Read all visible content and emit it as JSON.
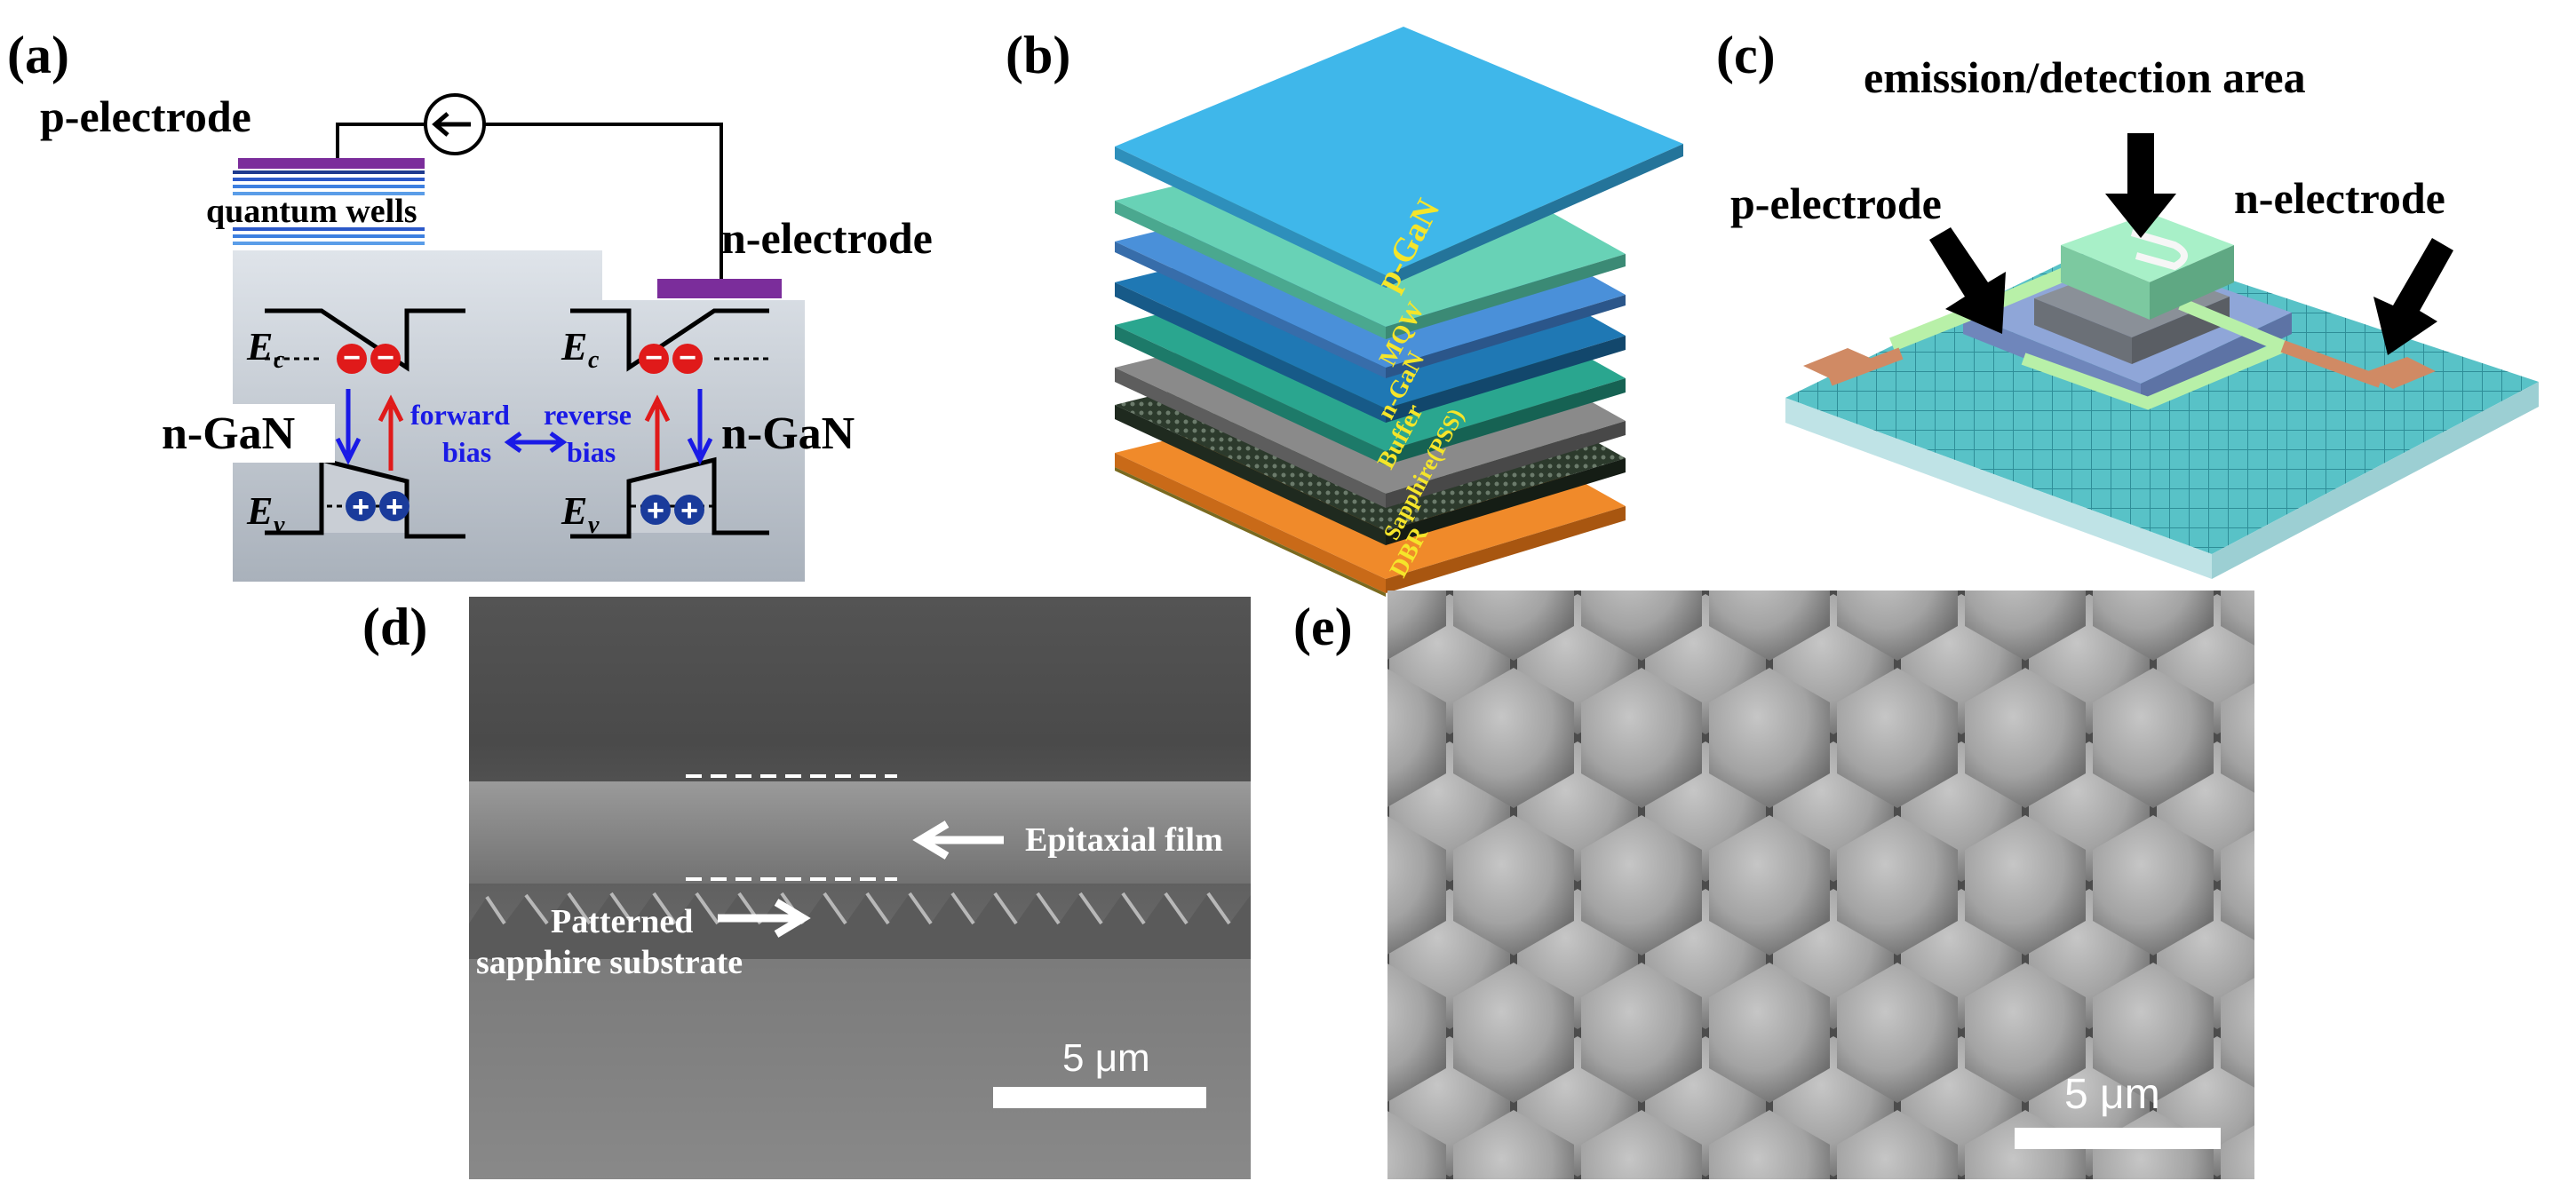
{
  "panels": {
    "a": {
      "label": "(a)",
      "p_electrode": "p-electrode",
      "quantum_wells": "quantum wells",
      "n_electrode": "n-electrode",
      "n_gan_left": "n-GaN",
      "n_gan_right": "n-GaN",
      "ec_symbol": "E",
      "ec_sub": "c",
      "ev_symbol": "E",
      "ev_sub": "v",
      "forward_line1": "forward",
      "forward_line2": "bias",
      "reverse_line1": "reverse",
      "reverse_line2": "bias",
      "electron_sign": "−",
      "hole_sign": "+"
    },
    "b": {
      "label": "(b)",
      "layers": [
        "p-GaN",
        "MQW",
        "n-GaN",
        "Buffer",
        "Sapphire(PSS)",
        "DBR"
      ]
    },
    "c": {
      "label": "(c)",
      "emission_area": "emission/detection area",
      "p_electrode": "p-electrode",
      "n_electrode": "n-electrode"
    },
    "d": {
      "label": "(d)",
      "epitaxial_film": "Epitaxial film",
      "patterned_line1": "Patterned",
      "patterned_line2": "sapphire substrate",
      "scale_bar": "5 μm"
    },
    "e": {
      "label": "(e)",
      "scale_bar": "5 μm"
    }
  },
  "colors": {
    "electrode_purple": "#7b2d9b",
    "arrow_blue": "#1a1ae6",
    "arrow_red": "#e01a1a",
    "layer_pgan": "#3fb7ea",
    "layer_dbr": "#f08a2a",
    "text_yellow": "#f5e52a"
  }
}
